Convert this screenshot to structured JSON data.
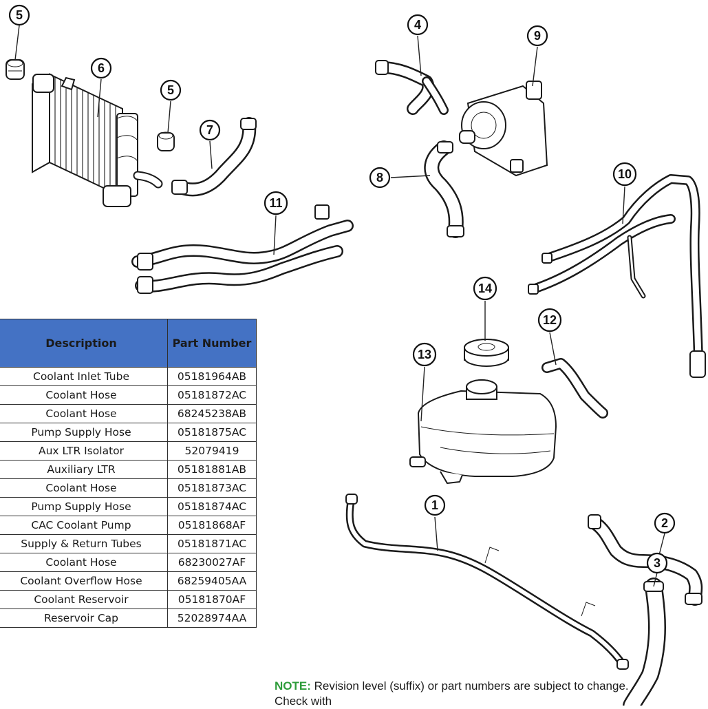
{
  "callouts": [
    "1",
    "2",
    "3",
    "4",
    "5",
    "6",
    "7",
    "8",
    "9",
    "10",
    "11",
    "12",
    "13",
    "14"
  ],
  "table": {
    "headers": {
      "description": "Description",
      "part_number": "Part Number"
    },
    "header_color": "#4472c4",
    "rows": [
      {
        "description": "Coolant Inlet Tube",
        "part_number": "05181964AB"
      },
      {
        "description": "Coolant Hose",
        "part_number": "05181872AC"
      },
      {
        "description": "Coolant Hose",
        "part_number": "68245238AB"
      },
      {
        "description": "Pump Supply Hose",
        "part_number": "05181875AC"
      },
      {
        "description": "Aux LTR Isolator",
        "part_number": "52079419"
      },
      {
        "description": "Auxiliary LTR",
        "part_number": "05181881AB"
      },
      {
        "description": "Coolant Hose",
        "part_number": "05181873AC"
      },
      {
        "description": "Pump Supply Hose",
        "part_number": "05181874AC"
      },
      {
        "description": "CAC Coolant Pump",
        "part_number": "05181868AF"
      },
      {
        "description": "Supply & Return Tubes",
        "part_number": "05181871AC"
      },
      {
        "description": "Coolant Hose",
        "part_number": "68230027AF"
      },
      {
        "description": "Coolant Overflow Hose",
        "part_number": "68259405AA"
      },
      {
        "description": "Coolant Reservoir",
        "part_number": "05181870AF"
      },
      {
        "description": "Reservoir Cap",
        "part_number": "52028974AA"
      }
    ]
  },
  "note": {
    "label": "NOTE:",
    "text": " Revision level (suffix) or part numbers are subject to change.  Check with",
    "label_color": "#2e9c3a"
  }
}
